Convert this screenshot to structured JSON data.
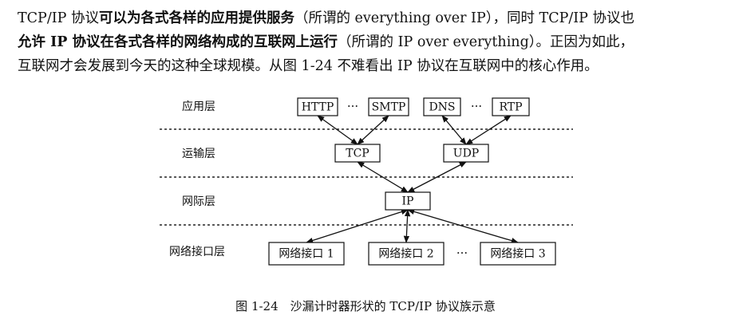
{
  "paragraph": {
    "line1": [
      {
        "text": "TCP/IP 协议",
        "bold": false
      },
      {
        "text": "可以为各式各样的应用提供服务",
        "bold": true
      },
      {
        "text": "（所谓的 everything over IP），同时 TCP/IP 协议也",
        "bold": false
      }
    ],
    "line2": [
      {
        "text": "允许 IP 协议在各式各样的网络构成的互联网上运行",
        "bold": true
      },
      {
        "text": "（所谓的 IP over everything）。正因为如此，",
        "bold": false
      }
    ],
    "line3": [
      {
        "text": "互联网才会发展到今天的这种全球规模。从图 1-24 不难看出 IP 协议在互联网中的核心作用。",
        "bold": false
      }
    ]
  },
  "diagram": {
    "layers": [
      {
        "id": "app",
        "label": "应用层"
      },
      {
        "id": "transport",
        "label": "运输层"
      },
      {
        "id": "internet",
        "label": "网际层"
      },
      {
        "id": "link",
        "label": "网络接口层"
      }
    ],
    "nodes": {
      "http": "HTTP",
      "smtp": "SMTP",
      "dns": "DNS",
      "rtp": "RTP",
      "tcp": "TCP",
      "udp": "UDP",
      "ip": "IP",
      "net1": "网络接口 1",
      "net2": "网络接口 2",
      "net3": "网络接口 3"
    },
    "ellipsis": "···",
    "edges": [
      {
        "from": "http",
        "to": "tcp"
      },
      {
        "from": "smtp",
        "to": "tcp"
      },
      {
        "from": "dns",
        "to": "udp"
      },
      {
        "from": "rtp",
        "to": "udp"
      },
      {
        "from": "tcp",
        "to": "ip"
      },
      {
        "from": "udp",
        "to": "ip"
      },
      {
        "from": "net1",
        "to": "ip"
      },
      {
        "from": "net2",
        "to": "ip"
      },
      {
        "from": "net3",
        "to": "ip"
      }
    ]
  },
  "caption": "图 1-24　沙漏计时器形状的 TCP/IP 协议族示意"
}
